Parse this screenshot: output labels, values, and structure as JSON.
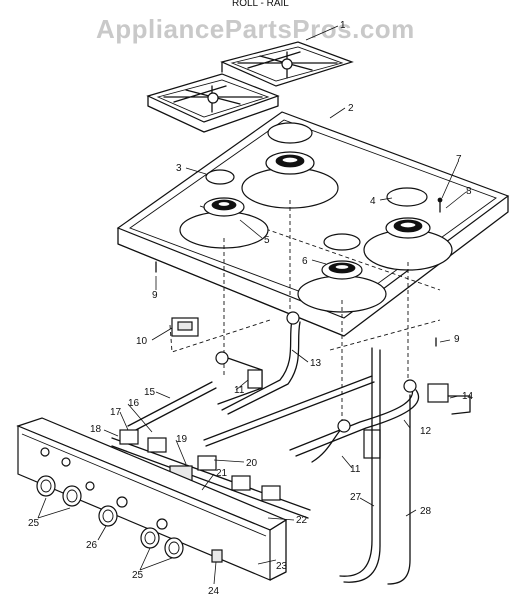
{
  "header": {
    "text": "ROLL - RAIL"
  },
  "watermark": {
    "text": "AppliancePartsPros.com"
  },
  "callouts": {
    "c1": "1",
    "c2": "2",
    "c3": "3",
    "c4": "4",
    "c5": "5",
    "c6": "6",
    "c7": "7",
    "c8": "8",
    "c9a": "9",
    "c9b": "9",
    "c10": "10",
    "c11a": "11",
    "c11b": "11",
    "c12": "12",
    "c13": "13",
    "c14": "14",
    "c15": "15",
    "c16": "16",
    "c17": "17",
    "c18": "18",
    "c19": "19",
    "c20": "20",
    "c21": "21",
    "c22": "22",
    "c23": "23",
    "c24": "24",
    "c25a": "25",
    "c25b": "25",
    "c26": "26",
    "c27": "27",
    "c28": "28"
  }
}
